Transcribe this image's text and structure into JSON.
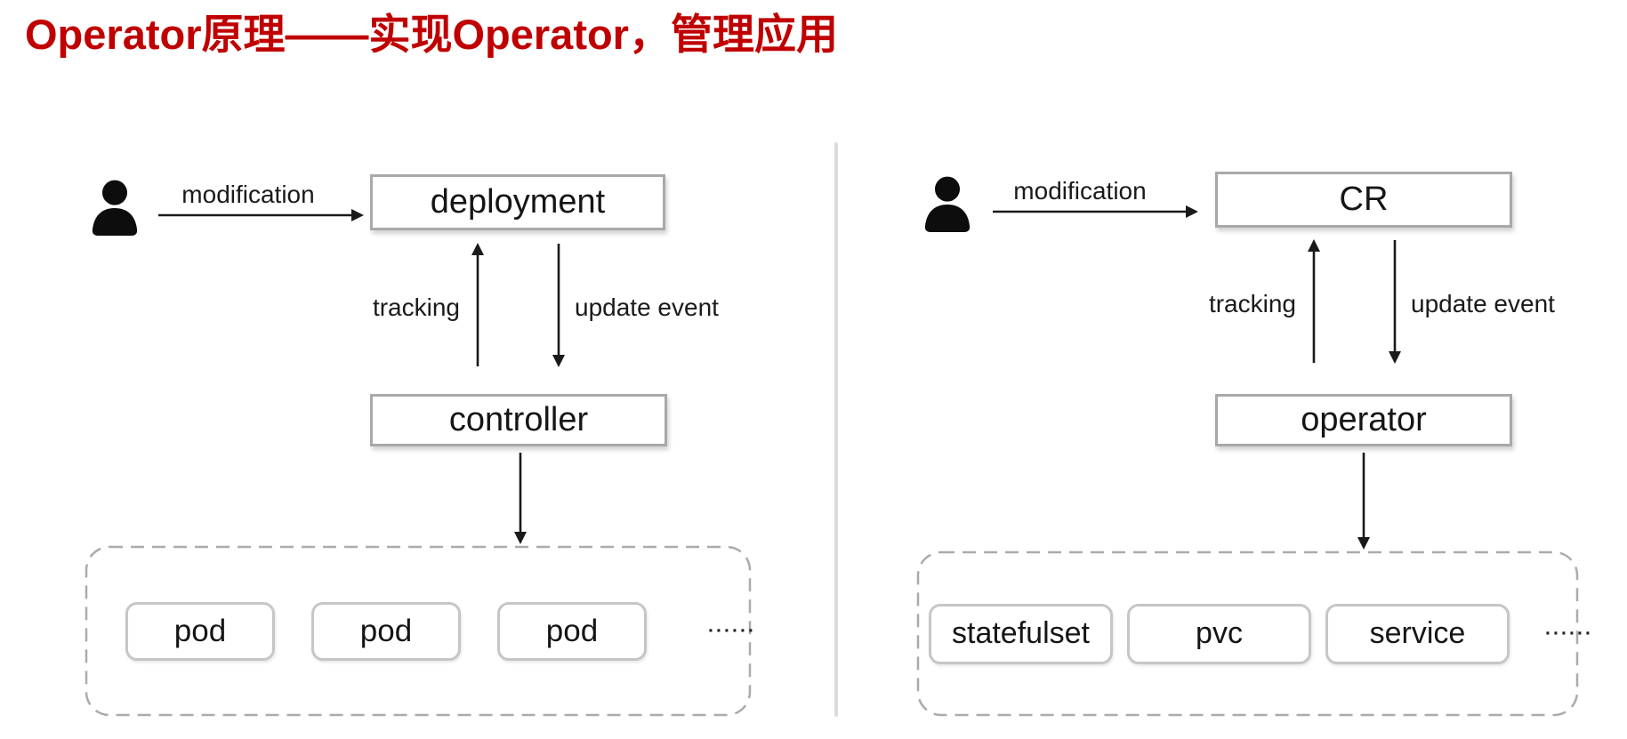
{
  "title": "Operator原理——实现Operator，管理应用",
  "colors": {
    "title_red": "#C00000",
    "box_border": "#A9A9A9",
    "rounded_box_border": "#C6C6C6",
    "dashed_border": "#ABABAB",
    "divider": "#DBDBDB",
    "arrow": "#1A1A1A",
    "background": "#FFFFFF"
  },
  "panels": [
    {
      "name": "deployment-controller-flow",
      "actor_icon": "person-icon",
      "labels": {
        "modification": "modification",
        "tracking": "tracking",
        "update_event": "update event"
      },
      "top_box": "deployment",
      "mid_box": "controller",
      "resources": [
        "pod",
        "pod",
        "pod"
      ],
      "ellipsis": "······"
    },
    {
      "name": "cr-operator-flow",
      "actor_icon": "person-icon",
      "labels": {
        "modification": "modification",
        "tracking": "tracking",
        "update_event": "update event"
      },
      "top_box": "CR",
      "mid_box": "operator",
      "resources": [
        "statefulset",
        "pvc",
        "service"
      ],
      "ellipsis": "······"
    }
  ]
}
